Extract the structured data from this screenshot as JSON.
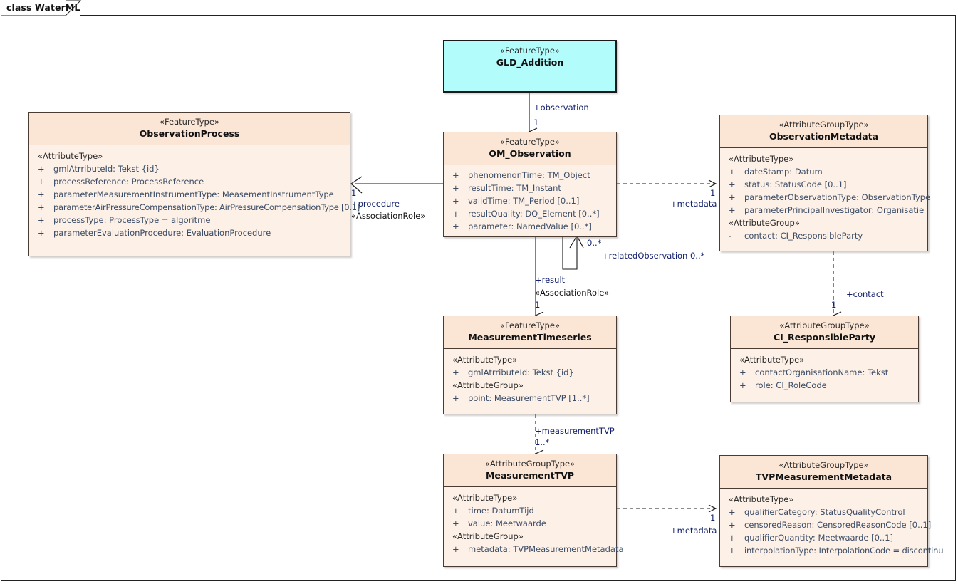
{
  "diagram": {
    "frame_label": "class WaterML",
    "colors": {
      "accent_fill": "#b3fcfc",
      "class_fill": "#fdf0e6",
      "header_fill": "#fbe5d5",
      "border": "#4a3b33",
      "attr_text": "#3a4c66",
      "role_text": "#12206b"
    }
  },
  "classes": {
    "gld_addition": {
      "stereotype": "«FeatureType»",
      "name": "GLD_Addition",
      "groups": []
    },
    "observation_process": {
      "stereotype": "«FeatureType»",
      "name": "ObservationProcess",
      "groups": [
        {
          "label": "«AttributeType»",
          "attrs": [
            {
              "vis": "+",
              "text": "gmlAtrributeId: Tekst {id}"
            },
            {
              "vis": "+",
              "text": "processReference: ProcessReference"
            },
            {
              "vis": "+",
              "text": "parameterMeasurementInstrumentType: MeasementInstrumentType"
            },
            {
              "vis": "+",
              "text": "parameterAirPressureCompensationType: AirPressureCompensationType [0.1]"
            },
            {
              "vis": "+",
              "text": "processType: ProcessType = algoritme"
            },
            {
              "vis": "+",
              "text": "parameterEvaluationProcedure: EvaluationProcedure"
            }
          ]
        }
      ]
    },
    "om_observation": {
      "stereotype": "«FeatureType»",
      "name": "OM_Observation",
      "groups": [
        {
          "label": "",
          "attrs": [
            {
              "vis": "+",
              "text": "phenomenonTime: TM_Object"
            },
            {
              "vis": "+",
              "text": "resultTime: TM_Instant"
            },
            {
              "vis": "+",
              "text": "validTime: TM_Period [0..1]"
            },
            {
              "vis": "+",
              "text": "resultQuality: DQ_Element [0..*]"
            },
            {
              "vis": "+",
              "text": "parameter: NamedValue [0..*]"
            }
          ]
        }
      ]
    },
    "observation_metadata": {
      "stereotype": "«AttributeGroupType»",
      "name": "ObservationMetadata",
      "groups": [
        {
          "label": "«AttributeType»",
          "attrs": [
            {
              "vis": "+",
              "text": "dateStamp: Datum"
            },
            {
              "vis": "+",
              "text": "status: StatusCode [0..1]"
            },
            {
              "vis": "+",
              "text": "parameterObservationType: ObservationType"
            },
            {
              "vis": "+",
              "text": "parameterPrincipalInvestigator: Organisatie"
            }
          ]
        },
        {
          "label": "«AttributeGroup»",
          "attrs": [
            {
              "vis": "-",
              "text": "contact: CI_ResponsibleParty"
            }
          ]
        }
      ]
    },
    "measurement_timeseries": {
      "stereotype": "«FeatureType»",
      "name": "MeasurementTimeseries",
      "groups": [
        {
          "label": "«AttributeType»",
          "attrs": [
            {
              "vis": "+",
              "text": "gmlAtrributeId: Tekst {id}"
            }
          ]
        },
        {
          "label": "«AttributeGroup»",
          "attrs": [
            {
              "vis": "+",
              "text": "point: MeasurementTVP [1..*]"
            }
          ]
        }
      ]
    },
    "ci_responsible_party": {
      "stereotype": "«AttributeGroupType»",
      "name": "CI_ResponsibleParty",
      "groups": [
        {
          "label": "«AttributeType»",
          "attrs": [
            {
              "vis": "+",
              "text": "contactOrganisationName: Tekst"
            },
            {
              "vis": "+",
              "text": "role: CI_RoleCode"
            }
          ]
        }
      ]
    },
    "measurement_tvp": {
      "stereotype": "«AttributeGroupType»",
      "name": "MeasurementTVP",
      "groups": [
        {
          "label": "«AttributeType»",
          "attrs": [
            {
              "vis": "+",
              "text": "time: DatumTijd"
            },
            {
              "vis": "+",
              "text": "value: Meetwaarde"
            }
          ]
        },
        {
          "label": "«AttributeGroup»",
          "attrs": [
            {
              "vis": "+",
              "text": "metadata: TVPMeasurementMetadata"
            }
          ]
        }
      ]
    },
    "tvp_measurement_metadata": {
      "stereotype": "«AttributeGroupType»",
      "name": "TVPMeasurementMetadata",
      "groups": [
        {
          "label": "«AttributeType»",
          "attrs": [
            {
              "vis": "+",
              "text": "qualifierCategory: StatusQualityControl"
            },
            {
              "vis": "+",
              "text": "censoredReason: CensoredReasonCode [0..1]"
            },
            {
              "vis": "+",
              "text": "qualifierQuantity: Meetwaarde [0..1]"
            },
            {
              "vis": "+",
              "text": "interpolationType: InterpolationCode = discontinu"
            }
          ]
        }
      ]
    }
  },
  "connectors": {
    "observation": {
      "role": "+observation",
      "mult": "1"
    },
    "procedure": {
      "mult": "1",
      "role": "+procedure",
      "stereotype": "«AssociationRole»"
    },
    "metadata_observation": {
      "mult": "1",
      "role": "+metadata"
    },
    "related_observation": {
      "mult_near": "0..*",
      "role": "+relatedObservation 0..*"
    },
    "result": {
      "role": "+result",
      "stereotype": "«AssociationRole»",
      "mult": "1"
    },
    "contact": {
      "role": "+contact",
      "mult": "1"
    },
    "measurement_tvp": {
      "role": "+measurementTVP",
      "mult": "1..*"
    },
    "metadata_tvp": {
      "mult": "1",
      "role": "+metadata"
    }
  }
}
